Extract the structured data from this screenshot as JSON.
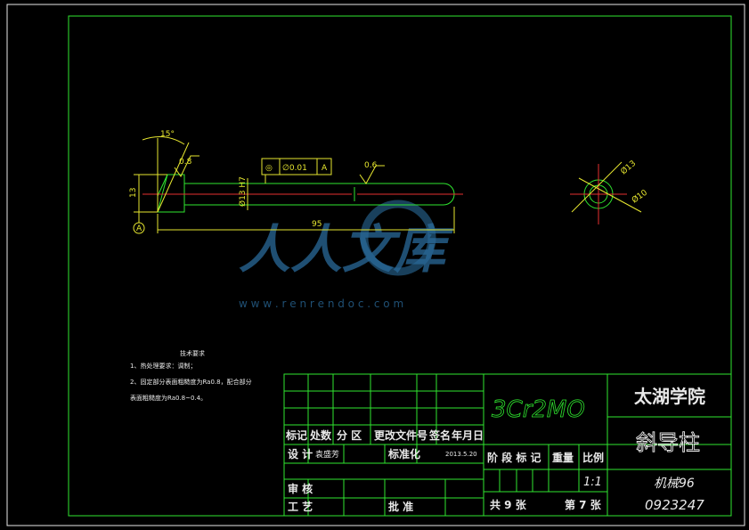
{
  "drawing": {
    "dims": {
      "angle": "15°",
      "length": "95",
      "dia": "13",
      "fit": "Ø13 H7",
      "dia_large": "Ø13",
      "dia_small": "Ø10"
    },
    "roughness": {
      "end": "0.8",
      "body": "0.6"
    },
    "tolerance": {
      "symbol": "◎",
      "value": "∅0.01",
      "datum": "A"
    },
    "datum_label": "A"
  },
  "watermark": {
    "title": "人人文库",
    "url": "w w w . r e n r e n d o c . c o m"
  },
  "notes": {
    "title": "技术要求",
    "line1": "1、热处理要求：调制；",
    "line2": "2、固定部分表面粗糙度为Ra0.8，配合部分",
    "line3": "表面粗糙度为Ra0.8~0.4。"
  },
  "title_block": {
    "material": "3Cr2MO",
    "school": "太湖学院",
    "part_name": "斜导柱",
    "class": "机械96",
    "student_id": "0923247",
    "row_change": [
      "标记",
      "处数",
      "分 区",
      "更改文件号",
      "签名",
      "年月日"
    ],
    "design_label": "设 计",
    "designer": "袁盛芳",
    "standardize_label": "标准化",
    "date": "2013.5.20",
    "stage_label": "阶 段 标 记",
    "weight_label": "重量",
    "scale_label": "比例",
    "scale": "1:1",
    "review_label": "审 核",
    "process_label": "工 艺",
    "approve_label": "批 准",
    "total_sheets": "共 9 张",
    "sheet_no": "第 7 张"
  }
}
